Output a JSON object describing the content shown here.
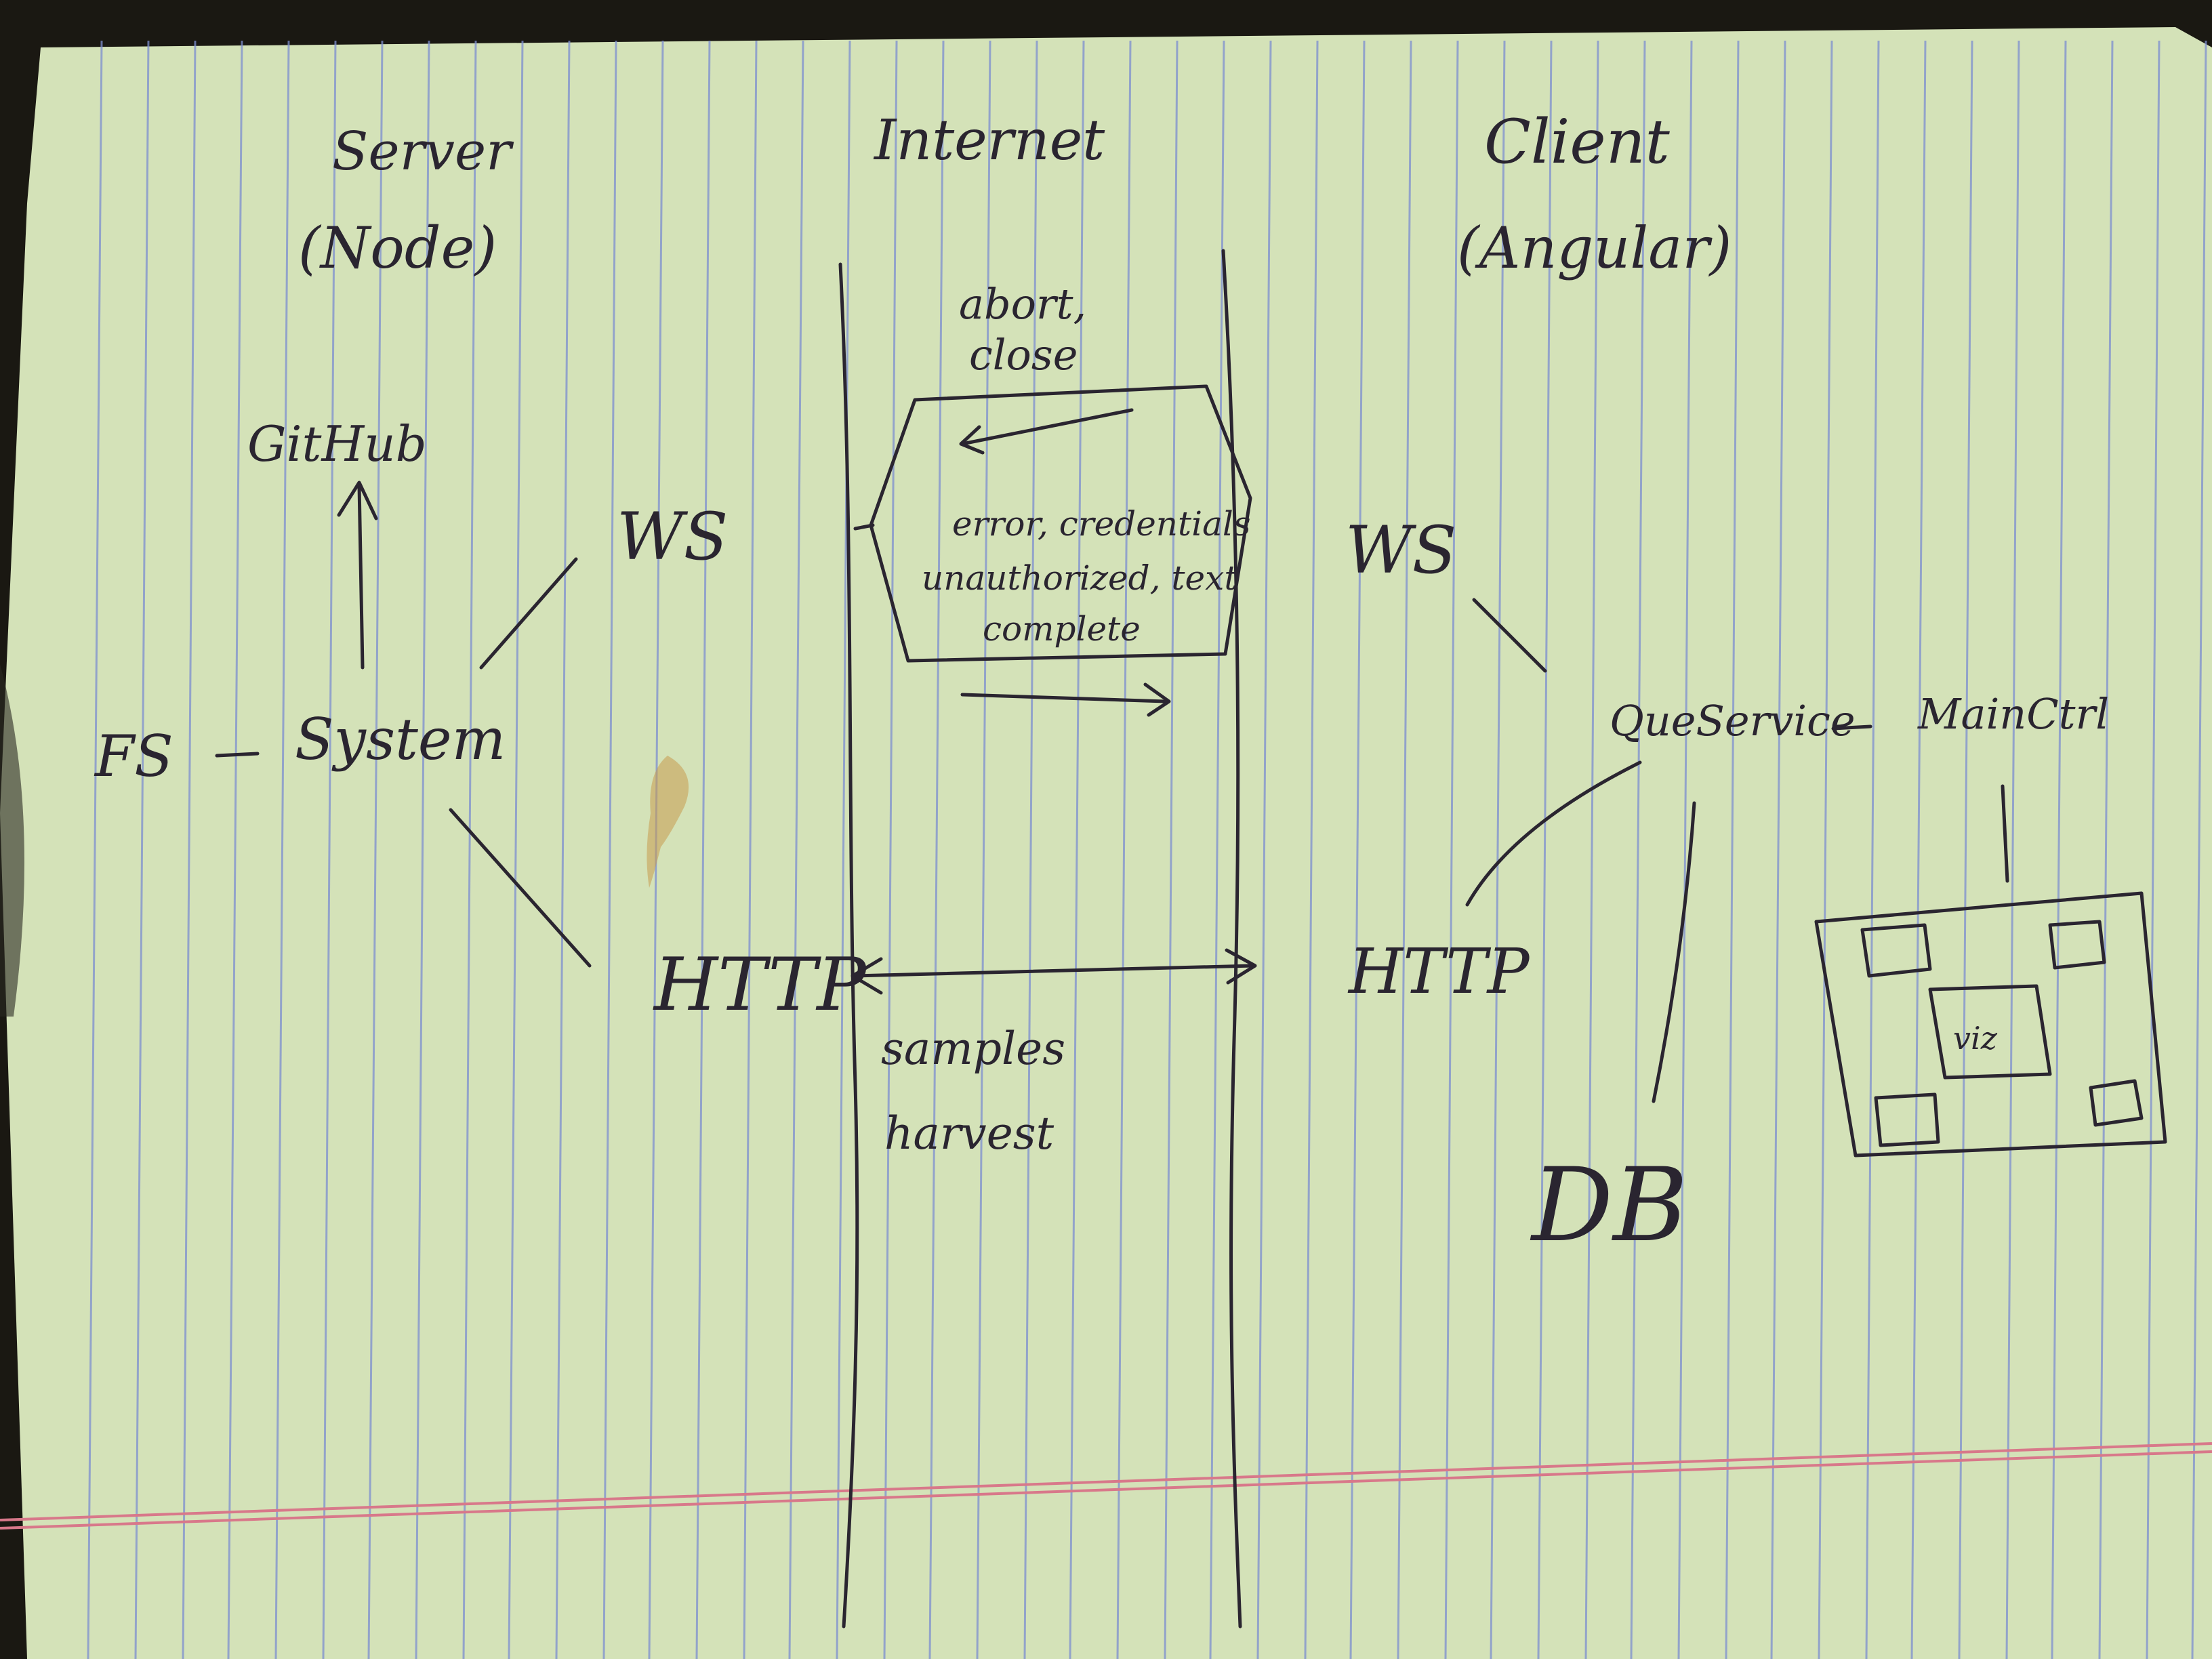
{
  "columns": {
    "server": {
      "title": "Server",
      "subtitle": "(Node)"
    },
    "internet": {
      "title": "Internet"
    },
    "client": {
      "title": "Client",
      "subtitle": "(Angular)"
    }
  },
  "server_side": {
    "github": "GitHub",
    "fs": "FS",
    "system": "System",
    "ws": "WS",
    "http": "HTTP"
  },
  "internet_side": {
    "ws_events_top": [
      "abort,",
      "close"
    ],
    "ws_events_box": [
      "error, credentials",
      "unauthorized, text",
      "complete"
    ],
    "http_events": [
      "samples",
      "harvest"
    ]
  },
  "client_side": {
    "ws": "WS",
    "http": "HTTP",
    "service": "QueService",
    "controller": "MainCtrl",
    "db": "DB",
    "viz": "viz"
  },
  "colors": {
    "paper": "#d4e2b8",
    "rule_blue": "#7d8fd0",
    "margin_red": "#d8788a",
    "ink": "#2a2530",
    "stain": "#c69a4e"
  }
}
